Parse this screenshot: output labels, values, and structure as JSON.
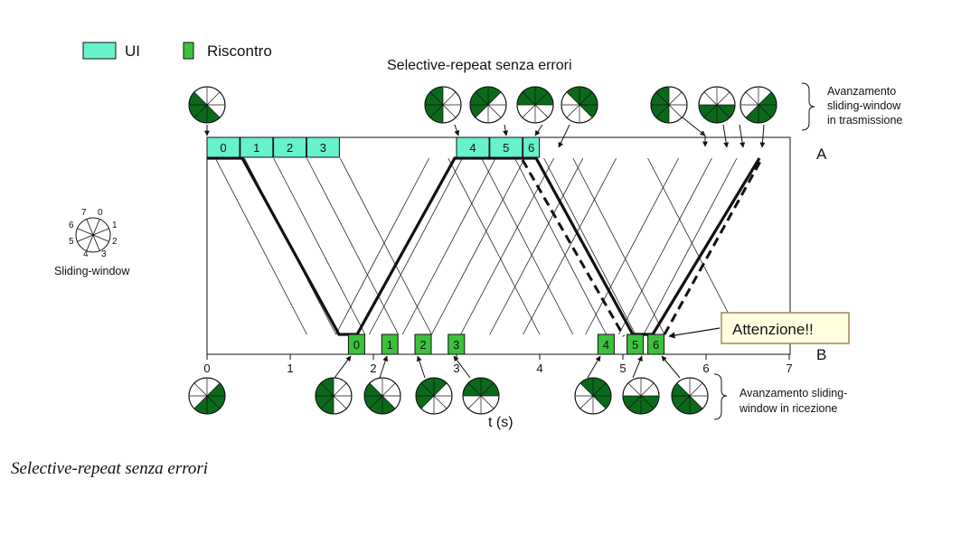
{
  "legend": {
    "ui_label": "UI",
    "riscontro_label": "Riscontro",
    "ui_color": "#66f2cc",
    "riscontro_color": "#3cc23c"
  },
  "title": "Selective-repeat senza errori",
  "sliding_window_label": "Sliding-window",
  "sliding_window_numbers": [
    "0",
    "1",
    "2",
    "3",
    "4",
    "5",
    "6",
    "7"
  ],
  "tx_note": [
    "Avanzamento",
    "sliding-window",
    "in trasmissione"
  ],
  "rx_note": [
    "Avanzamento sliding-",
    "window in ricezione"
  ],
  "station_a": "A",
  "station_b": "B",
  "attention": "Attenzione!!",
  "axis": {
    "label": "t (s)",
    "ticks": [
      "0",
      "1",
      "2",
      "3",
      "4",
      "5",
      "6",
      "7"
    ]
  },
  "frames_sent": [
    {
      "n": "0",
      "t": 0.0
    },
    {
      "n": "1",
      "t": 0.4
    },
    {
      "n": "2",
      "t": 0.8
    },
    {
      "n": "3",
      "t": 1.2
    },
    {
      "n": "4",
      "t": 3.0
    },
    {
      "n": "5",
      "t": 3.4
    },
    {
      "n": "6",
      "t": 3.8
    }
  ],
  "acks_received": [
    {
      "n": "0",
      "t": 1.7
    },
    {
      "n": "1",
      "t": 2.1
    },
    {
      "n": "2",
      "t": 2.5
    },
    {
      "n": "3",
      "t": 2.9
    },
    {
      "n": "4",
      "t": 4.7
    },
    {
      "n": "5",
      "t": 5.05
    },
    {
      "n": "6",
      "t": 5.3
    }
  ],
  "tx_windows": [
    {
      "shaded": [
        3,
        4,
        5,
        6
      ]
    },
    {
      "shaded": [
        4,
        5,
        6,
        7
      ]
    },
    {
      "shaded": [
        5,
        6,
        7,
        0
      ]
    },
    {
      "shaded": [
        6,
        7,
        0,
        1
      ]
    },
    {
      "shaded": [
        7,
        0,
        1,
        2
      ]
    },
    {
      "shaded": [
        4,
        5,
        6,
        7
      ]
    },
    {
      "shaded": [
        2,
        3,
        4,
        5
      ]
    },
    {
      "shaded": [
        1,
        2,
        3,
        4
      ]
    }
  ],
  "rx_windows": [
    {
      "shaded": [
        1,
        2,
        3,
        4
      ]
    },
    {
      "shaded": [
        4,
        5,
        6,
        7
      ]
    },
    {
      "shaded": [
        3,
        4,
        5,
        6
      ]
    },
    {
      "shaded": [
        5,
        6,
        7,
        0
      ]
    },
    {
      "shaded": [
        6,
        7,
        0,
        1
      ]
    },
    {
      "shaded": [
        7,
        0,
        1,
        2
      ]
    },
    {
      "shaded": [
        2,
        3,
        4,
        5
      ]
    },
    {
      "shaded": [
        3,
        4,
        5,
        6
      ]
    }
  ],
  "caption": "Selective-repeat senza errori"
}
